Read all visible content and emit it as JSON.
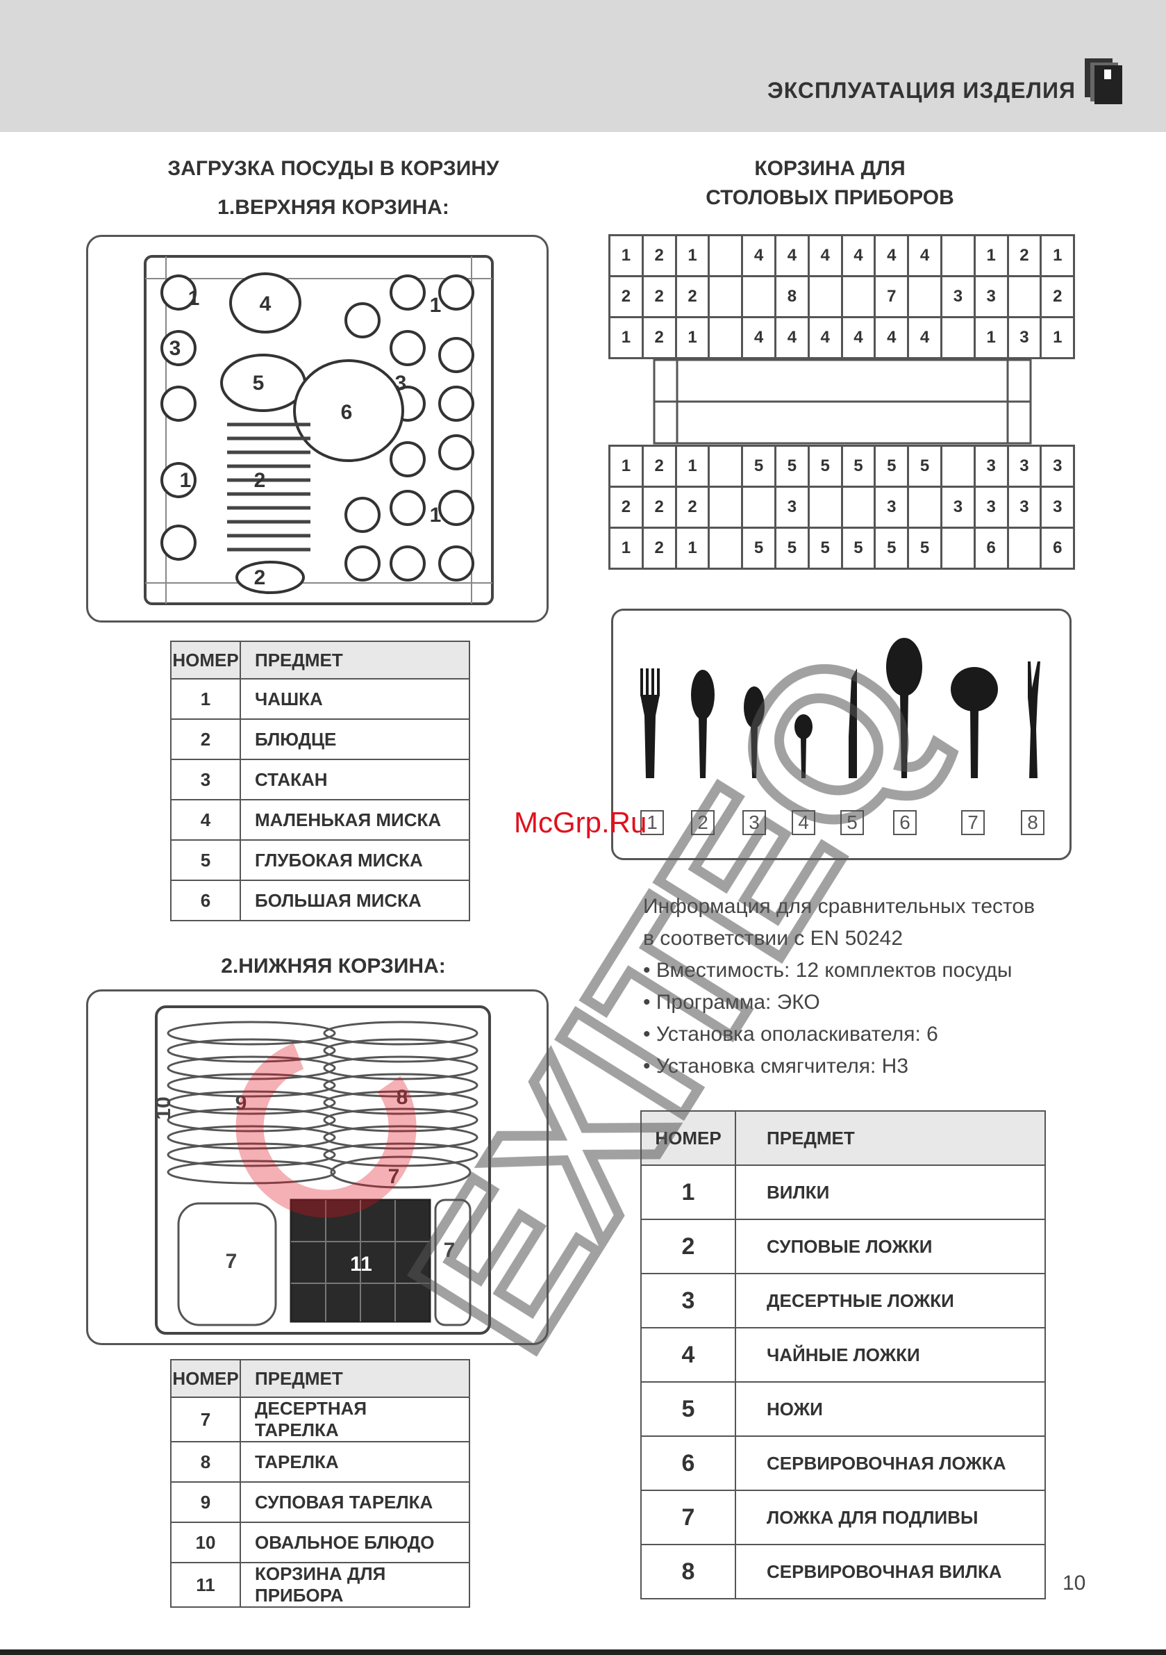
{
  "header": {
    "title": "ЭКСПЛУАТАЦИЯ ИЗДЕЛИЯ",
    "icon": "book-icon"
  },
  "upper": {
    "title_line1": "ЗАГРУЗКА ПОСУДЫ В КОРЗИНУ",
    "title_line2": "1.ВЕРХНЯЯ КОРЗИНА:",
    "labels": [
      "1",
      "4",
      "1",
      "3",
      "5",
      "6",
      "3",
      "1",
      "2",
      "1",
      "2"
    ],
    "table": {
      "col_num": "НОМЕР",
      "col_item": "ПРЕДМЕТ",
      "rows": [
        {
          "num": "1",
          "item": "ЧАШКА"
        },
        {
          "num": "2",
          "item": "БЛЮДЦЕ"
        },
        {
          "num": "3",
          "item": "СТАКАН"
        },
        {
          "num": "4",
          "item": "МАЛЕНЬКАЯ МИСКА"
        },
        {
          "num": "5",
          "item": "ГЛУБОКАЯ МИСКА"
        },
        {
          "num": "6",
          "item": "БОЛЬШАЯ МИСКА"
        }
      ]
    }
  },
  "lower": {
    "title": "2.НИЖНЯЯ КОРЗИНА:",
    "labels": [
      "10",
      "9",
      "8",
      "7",
      "7",
      "11",
      "7"
    ],
    "table": {
      "col_num": "НОМЕР",
      "col_item": "ПРЕДМЕТ",
      "rows": [
        {
          "num": "7",
          "item": "ДЕСЕРТНАЯ ТАРЕЛКА"
        },
        {
          "num": "8",
          "item": "ТАРЕЛКА"
        },
        {
          "num": "9",
          "item": "СУПОВАЯ ТАРЕЛКА"
        },
        {
          "num": "10",
          "item": "ОВАЛЬНОЕ БЛЮДО"
        },
        {
          "num": "11",
          "item": "КОРЗИНА ДЛЯ ПРИБОРА"
        }
      ]
    }
  },
  "cutlery_basket": {
    "title_line1": "КОРЗИНА ДЛЯ",
    "title_line2": "СТОЛОВЫХ ПРИБОРОВ",
    "top_rows": [
      [
        "1",
        "2",
        "1",
        "",
        "4",
        "4",
        "4",
        "4",
        "4",
        "4",
        "",
        "1",
        "2",
        "1"
      ],
      [
        "2",
        "2",
        "2",
        "",
        "",
        "8",
        "",
        "",
        "7",
        "",
        "3",
        "3",
        "",
        "2"
      ],
      [
        "1",
        "2",
        "1",
        "",
        "4",
        "4",
        "4",
        "4",
        "4",
        "4",
        "",
        "1",
        "3",
        "1"
      ]
    ],
    "bottom_rows": [
      [
        "1",
        "2",
        "1",
        "",
        "5",
        "5",
        "5",
        "5",
        "5",
        "5",
        "",
        "3",
        "3",
        "3"
      ],
      [
        "2",
        "2",
        "2",
        "",
        "",
        "3",
        "",
        "",
        "3",
        "",
        "3",
        "3",
        "3",
        "3"
      ],
      [
        "1",
        "2",
        "1",
        "",
        "5",
        "5",
        "5",
        "5",
        "5",
        "5",
        "",
        "6",
        "",
        "6"
      ]
    ]
  },
  "cutlery_numbers": [
    "1",
    "2",
    "3",
    "4",
    "5",
    "6",
    "7",
    "8"
  ],
  "info": {
    "line1": "Информация для сравнительных тестов",
    "line2": "в соответствии с EN 50242",
    "bullets": [
      "• Вместимость: 12 комплектов посуды",
      "• Программа: ЭКО",
      "• Установка ополаскивателя: 6",
      "• Установка смягчителя: Н3"
    ]
  },
  "cutlery_table": {
    "col_num": "НОМЕР",
    "col_item": "ПРЕДМЕТ",
    "rows": [
      {
        "num": "1",
        "item": "ВИЛКИ"
      },
      {
        "num": "2",
        "item": "СУПОВЫЕ ЛОЖКИ"
      },
      {
        "num": "3",
        "item": "ДЕСЕРТНЫЕ ЛОЖКИ"
      },
      {
        "num": "4",
        "item": "ЧАЙНЫЕ ЛОЖКИ"
      },
      {
        "num": "5",
        "item": "НОЖИ"
      },
      {
        "num": "6",
        "item": "СЕРВИРОВОЧНАЯ ЛОЖКА"
      },
      {
        "num": "7",
        "item": "ЛОЖКА ДЛЯ ПОДЛИВЫ"
      },
      {
        "num": "8",
        "item": "СЕРВИРОВОЧНАЯ ВИЛКА"
      }
    ]
  },
  "page_number": "10",
  "watermark": {
    "site": "McGrp.Ru",
    "brand": "EXITEQ",
    "color": "#e0101e"
  }
}
